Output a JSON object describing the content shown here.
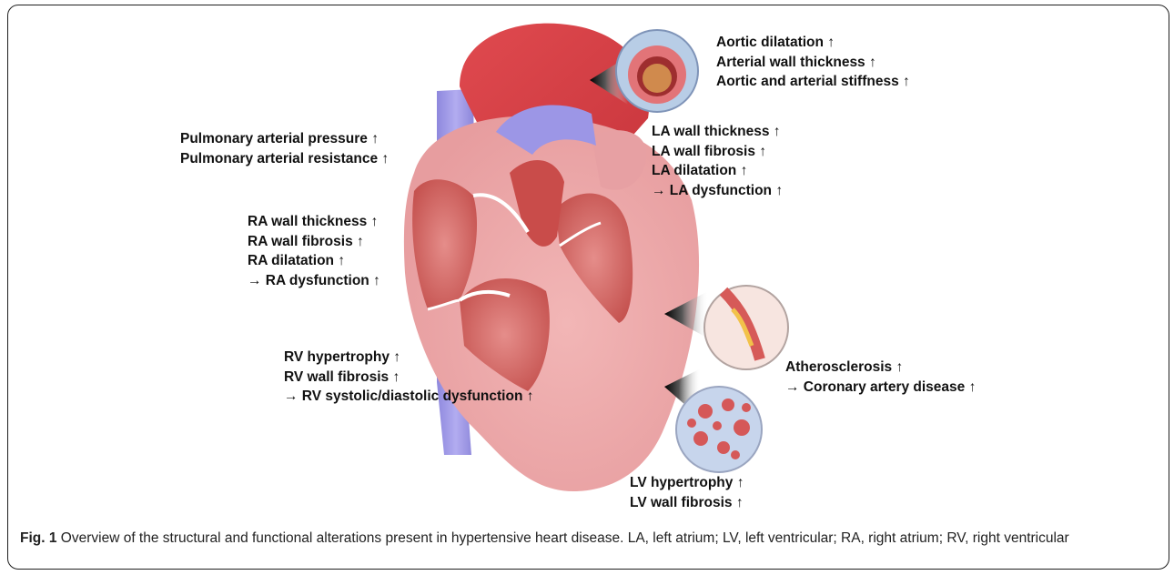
{
  "labels": {
    "aorta": [
      "Aortic dilatation ↑",
      "Arterial wall thickness ↑",
      "Aortic and arterial stiffness ↑"
    ],
    "pulmonary": [
      "Pulmonary arterial pressure ↑",
      "Pulmonary arterial resistance ↑"
    ],
    "la": [
      "LA wall thickness ↑",
      "LA wall fibrosis ↑",
      "LA dilatation ↑",
      "→ LA dysfunction ↑"
    ],
    "ra": [
      "RA wall thickness ↑",
      "RA wall fibrosis ↑",
      "RA dilatation ↑",
      "→ RA dysfunction ↑"
    ],
    "rv": [
      "RV hypertrophy ↑",
      "RV wall fibrosis ↑",
      "→ RV systolic/diastolic dysfunction ↑"
    ],
    "coronary": [
      "Atherosclerosis ↑",
      "→ Coronary artery disease ↑"
    ],
    "lv": [
      "LV hypertrophy ↑",
      "LV wall fibrosis ↑"
    ]
  },
  "caption": {
    "fig_label": "Fig. 1",
    "text": " Overview of the structural and functional alterations present in hypertensive heart disease. LA, left atrium; LV, left ventricular; RA, right atrium; RV, right ventricular"
  }
}
